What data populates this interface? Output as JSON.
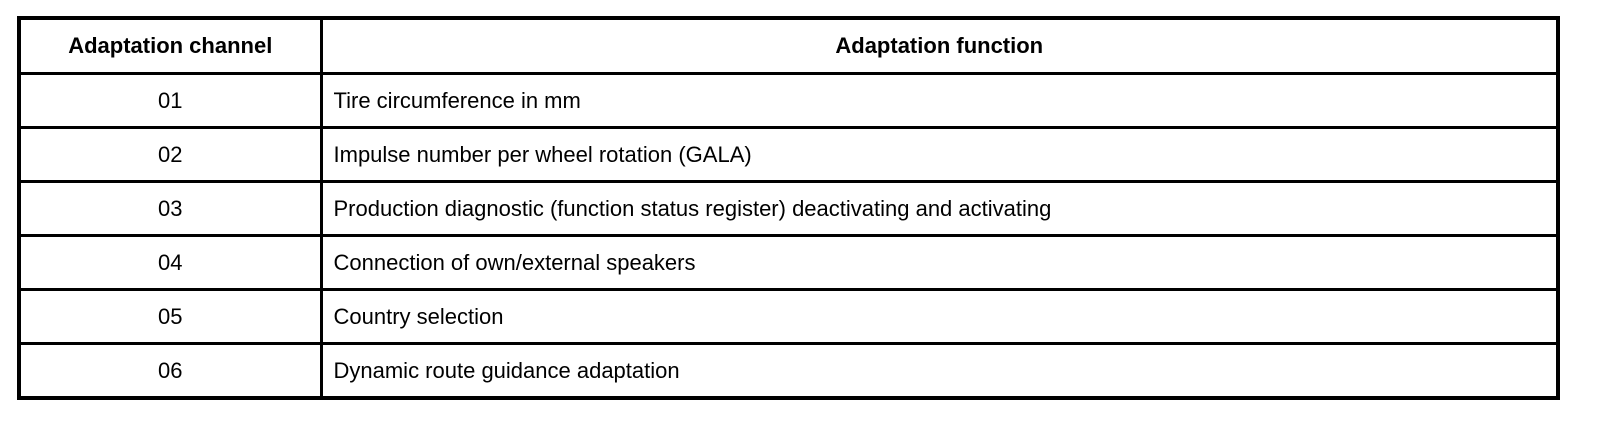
{
  "table": {
    "columns": [
      {
        "label": "Adaptation channel"
      },
      {
        "label": "Adaptation function"
      }
    ],
    "rows": [
      {
        "channel": "01",
        "function": "Tire circumference in mm"
      },
      {
        "channel": "02",
        "function": "Impulse number per wheel rotation (GALA)"
      },
      {
        "channel": "03",
        "function": "Production diagnostic (function status register) deactivating and activating"
      },
      {
        "channel": "04",
        "function": "Connection of own/external speakers"
      },
      {
        "channel": "05",
        "function": "Country selection"
      },
      {
        "channel": "06",
        "function": "Dynamic route guidance adaptation"
      }
    ],
    "colors": {
      "border": "#000000",
      "background": "#ffffff",
      "text": "#000000"
    }
  }
}
